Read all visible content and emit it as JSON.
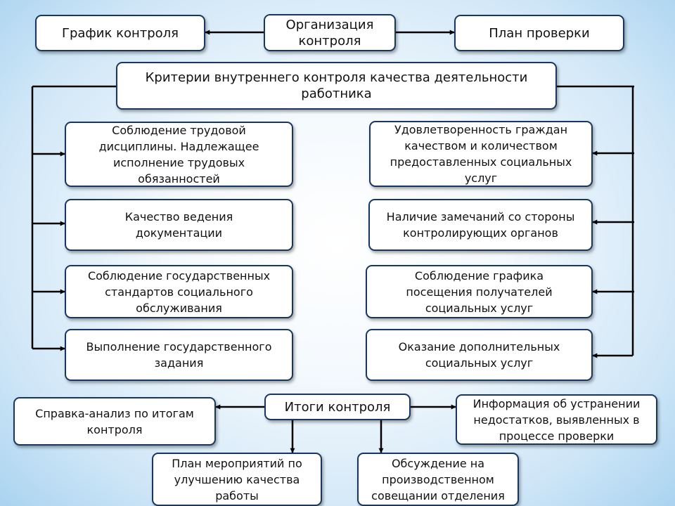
{
  "top": {
    "organization": "Организация\nконтроля",
    "schedule": "График контроля",
    "plan": "План проверки"
  },
  "criteria": {
    "title": "Критерии внутреннего контроля качества деятельности\nработника",
    "left": [
      "Соблюдение трудовой\nдисциплины. Надлежащее\nисполнение трудовых\nобязанностей",
      "Качество ведения\nдокументации",
      "Соблюдение государственных\nстандартов социального\nобслуживания",
      "Выполнение государственного\nзадания"
    ],
    "right": [
      "Удовлетворенность граждан\nкачеством и количеством\nпредоставленных социальных\nуслуг",
      "Наличие замечаний со стороны\nконтролирующих органов",
      "Соблюдение графика\nпосещения получателей\nсоциальных услуг",
      "Оказание дополнительных\nсоциальных услуг"
    ]
  },
  "results": {
    "title": "Итоги контроля",
    "report": "Справка-анализ по итогам\nконтроля",
    "info": "Информация об устранении\nнедостатков, выявленных в\nпроцессе проверки",
    "measures": "План мероприятий  по\nулучшению качества\nработы",
    "discussion": "Обсуждение на\nпроизводственном\nсовещании отделения"
  }
}
